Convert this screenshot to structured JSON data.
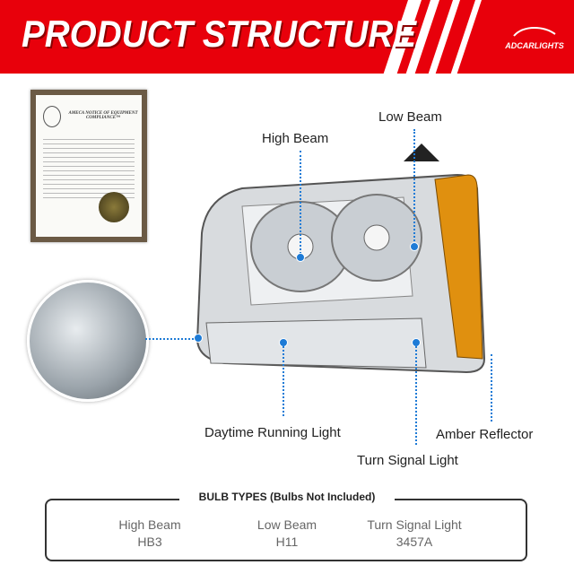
{
  "header": {
    "title": "PRODUCT STRUCTURE",
    "brand": "ADCARLIGHTS",
    "colors": {
      "banner": "#e8000b",
      "callout": "#1e7bd6",
      "amber": "#e0900f"
    }
  },
  "certificate": {
    "title": "AMECA NOTICE OF EQUIPMENT COMPLIANCE™"
  },
  "callouts": {
    "high_beam": "High Beam",
    "low_beam": "Low Beam",
    "drl": "Daytime Running Light",
    "turn_signal": "Turn Signal Light",
    "amber": "Amber Reflector"
  },
  "bulbs": {
    "title": "BULB TYPES (Bulbs Not Included)",
    "items": [
      {
        "name": "High Beam",
        "type": "HB3"
      },
      {
        "name": "Low Beam",
        "type": "H11"
      },
      {
        "name": "Turn Signal Light",
        "type": "3457A"
      }
    ]
  }
}
